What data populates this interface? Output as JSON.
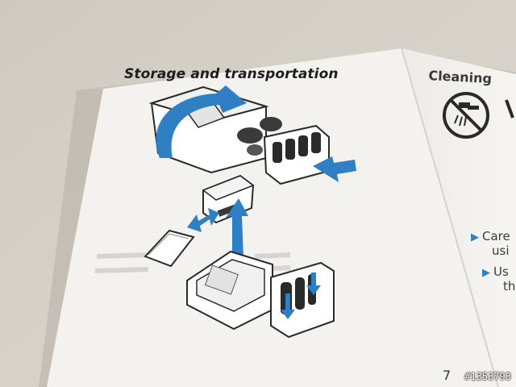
{
  "left_page": {
    "title": "Storage and transportation",
    "page_number": "7"
  },
  "right_page": {
    "title": "Cleaning",
    "bullets": [
      {
        "line1": "Care",
        "line2": "usi"
      },
      {
        "line1": "Us",
        "line2": "th"
      }
    ]
  },
  "watermark": "#1353793",
  "colors": {
    "accent_blue": "#2f7fc4",
    "paper": "#f2f1ee",
    "background": "#d6d1c8"
  },
  "icons": [
    "no-water-icon",
    "rotate-arrow-icon",
    "push-arrow-icon"
  ]
}
